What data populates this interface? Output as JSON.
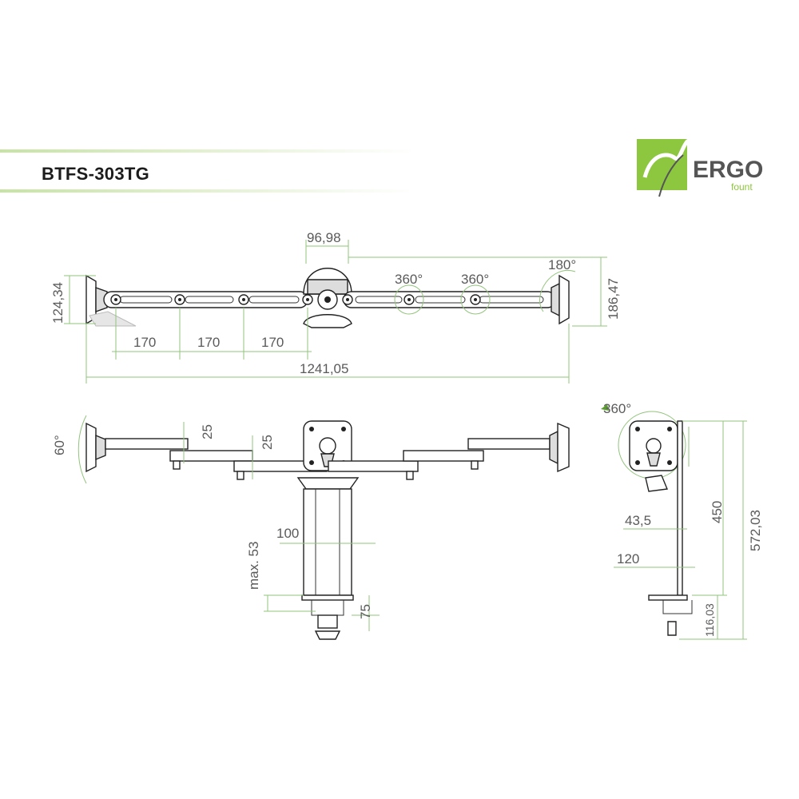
{
  "header": {
    "model": "BTFS-303TG"
  },
  "logo": {
    "brand": "ERGO",
    "sub": "fount",
    "color": "#8dc63f"
  },
  "colors": {
    "dimension_line": "#93c47d",
    "accent_band": "#c7e3a4",
    "drawing_line": "#222222"
  },
  "top_view": {
    "joint_offset": "96,98",
    "rotation_1": "360°",
    "rotation_2": "360°",
    "tilt": "180°",
    "left_height": "124,34",
    "right_height": "186,47",
    "arm_segment_1": "170",
    "arm_segment_2": "170",
    "arm_segment_3": "170",
    "total_width": "1241,05"
  },
  "front_view": {
    "tilt_angle": "60°",
    "arm_offset_1": "25",
    "arm_offset_2": "25",
    "pole_width": "100",
    "desk_thickness": "max. 53",
    "clamp_depth": "75"
  },
  "side_view": {
    "rotation": "360°",
    "vesa_offset": "43,5",
    "base_width": "120",
    "pole_height": "450",
    "total_height": "572,03",
    "clamp_height": "116,03"
  }
}
